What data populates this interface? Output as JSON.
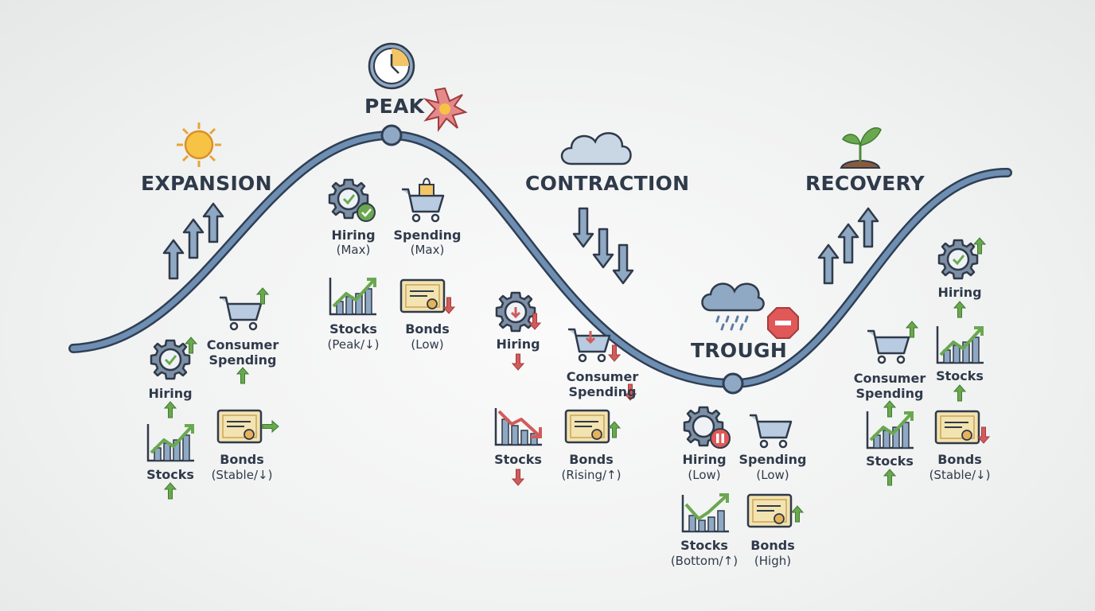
{
  "phases": {
    "expansion": "EXPANSION",
    "peak": "PEAK",
    "contraction": "CONTRACTION",
    "trough": "TROUGH",
    "recovery": "RECOVERY"
  },
  "expansion": {
    "consumer_spending": "Consumer\nSpending",
    "hiring": "Hiring",
    "stocks": "Stocks",
    "bonds": "Bonds",
    "bonds_status": "(Stable/↓)"
  },
  "peak": {
    "hiring": "Hiring",
    "hiring_status": "(Max)",
    "spending": "Spending",
    "spending_status": "(Max)",
    "stocks": "Stocks",
    "stocks_status": "(Peak/↓)",
    "bonds": "Bonds",
    "bonds_status": "(Low)"
  },
  "contraction": {
    "hiring": "Hiring",
    "consumer_spending": "Consumer\nSpending",
    "stocks": "Stocks",
    "bonds": "Bonds",
    "bonds_status": "(Rising/↑)"
  },
  "trough": {
    "hiring": "Hiring",
    "hiring_status": "(Low)",
    "spending": "Spending",
    "spending_status": "(Low)",
    "stocks": "Stocks",
    "stocks_status": "(Bottom/↑)",
    "bonds": "Bonds",
    "bonds_status": "(High)"
  },
  "recovery": {
    "hiring": "Hiring",
    "stocks_top": "Stocks",
    "consumer_spending": "Consumer\nSpending",
    "stocks": "Stocks",
    "bonds": "Bonds",
    "bonds_status": "(Stable/↓)"
  },
  "colors": {
    "curve": "#6f8fb2",
    "curve_outline": "#2f3f55",
    "up_arrow": "#6aa84f",
    "down_arrow": "#d25b5b",
    "text": "#2f3a4a"
  },
  "icons": [
    "sun-icon",
    "clock-icon",
    "starburst-icon",
    "cloud-icon",
    "rain-cloud-icon",
    "stop-sign-icon",
    "sprout-icon",
    "gear-icon",
    "cart-icon",
    "bar-chart-icon",
    "certificate-icon",
    "shopping-bag-icon"
  ]
}
